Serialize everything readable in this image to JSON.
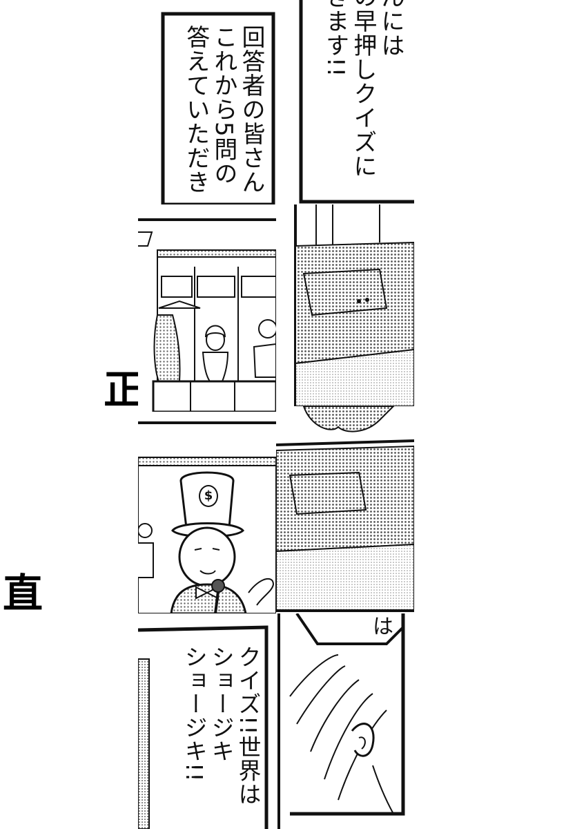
{
  "strips": {
    "top": {
      "caption_left": {
        "lines": [
          "回答者の皆さん",
          "これから5問の",
          "答えていただき"
        ]
      },
      "caption_right": {
        "lines": [
          "んには",
          "の早押しクイズに",
          "きます!!"
        ]
      }
    },
    "bottom": {
      "caption_left": {
        "lines": [
          "クイズ!!世界は",
          "ショージキ",
          "ショージキ!!"
        ]
      },
      "bubble_fragment": "は"
    }
  },
  "background_text": {
    "left_kanji": "正",
    "edge_kanji": "直"
  },
  "illustrations": {
    "host_hat_symbol": "$"
  },
  "colors": {
    "ink": "#111111",
    "paper": "#ffffff",
    "screentone": "#9a9a9a"
  }
}
